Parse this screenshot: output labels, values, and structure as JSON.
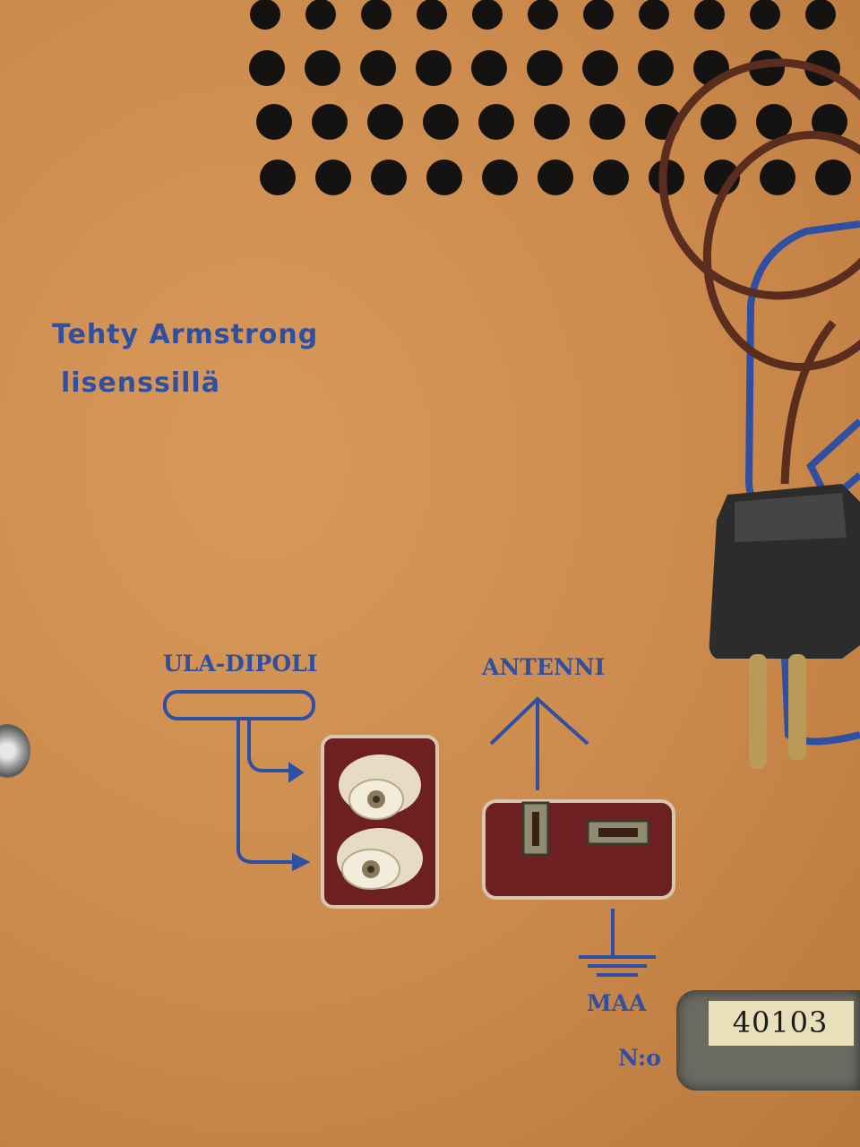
{
  "photo": {
    "license_text": [
      "Tehty Armstrong",
      "lisenssillä"
    ],
    "labels": {
      "dipole": "ULA-DIPOLI",
      "antenna": "ANTENNI",
      "ground": "MAA",
      "number_prefix": "N:o"
    },
    "serial_number": "40103",
    "colors": {
      "board": "#c98a4c",
      "print_ink": "#2f4fa3",
      "socket_panel": "#6e1f22",
      "cord": "#5a2d1e",
      "plug": "#2c2c2c",
      "pins": "#b99a58"
    }
  }
}
